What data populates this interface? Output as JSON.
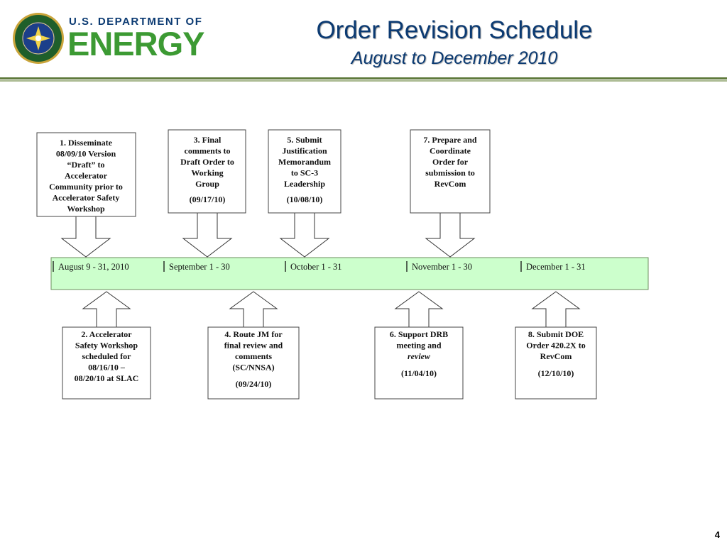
{
  "header": {
    "logo_line1": "U.S. DEPARTMENT OF",
    "logo_line2": "ENERGY",
    "title": "Order Revision Schedule",
    "subtitle": "August to December 2010"
  },
  "timeline": {
    "periods": [
      "August 9 - 31, 2010",
      "September 1 - 30",
      "October 1 - 31",
      "November 1 - 30",
      "December 1 - 31"
    ]
  },
  "steps_top": [
    {
      "lines": [
        "1. Disseminate",
        "08/09/10 Version",
        "“Draft” to",
        "Accelerator",
        "Community prior to",
        "Accelerator Safety",
        "Workshop"
      ],
      "date": ""
    },
    {
      "lines": [
        "3. Final",
        "comments to",
        "Draft Order to",
        "Working",
        "Group"
      ],
      "date": "(09/17/10)"
    },
    {
      "lines": [
        "5. Submit",
        "Justification",
        "Memorandum",
        "to SC-3",
        "Leadership"
      ],
      "date": "(10/08/10)"
    },
    {
      "lines": [
        "7. Prepare and",
        "Coordinate",
        "Order for",
        "submission to",
        "RevCom"
      ],
      "date": ""
    }
  ],
  "steps_bottom": [
    {
      "lines": [
        "2. Accelerator",
        "Safety Workshop",
        "scheduled for",
        "08/16/10 –",
        "08/20/10 at SLAC"
      ],
      "date": ""
    },
    {
      "lines": [
        "4. Route JM for",
        "final review and",
        "comments",
        "(SC/NNSA)"
      ],
      "date": "(09/24/10)"
    },
    {
      "lines": [
        "6. Support DRB",
        "meeting and",
        "review"
      ],
      "date": "(11/04/10)"
    },
    {
      "lines": [
        "8. Submit DOE",
        "Order 420.2X to",
        "RevCom"
      ],
      "date": "(12/10/10)"
    }
  ],
  "page_number": "4",
  "colors": {
    "navy": "#0b3a72",
    "green": "#3c9a33",
    "band": "#ccffcc",
    "band_border": "#6b8f5e"
  }
}
